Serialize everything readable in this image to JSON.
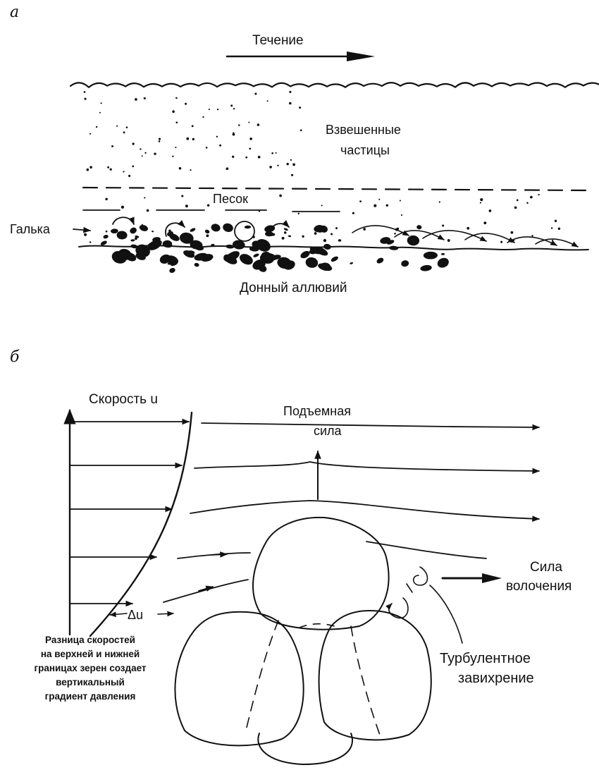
{
  "panel_a": {
    "letter": "a",
    "flow_label": "Течение",
    "suspended_label": "Взвешенные частицы",
    "sand_label": "Песок",
    "pebble_label": "Галька",
    "bed_label": "Донный аллювий"
  },
  "panel_b": {
    "letter": "б",
    "velocity_label": "Скорость u",
    "lift_label": "Подъемная сила",
    "drag_label": "Сила волочения",
    "delta_u_label": "Δu",
    "gradient_note": "Разница скоростей на верхней и нижней границах зерен создает вертикальный градиент давления",
    "turbulence_label": "Турбулентное завихрение"
  },
  "colors": {
    "ink": "#111111",
    "background": "#ffffff"
  },
  "icons": [
    "flow-arrow-icon",
    "eddy-arrow-icon",
    "lift-arrow-icon",
    "drag-arrow-icon"
  ]
}
